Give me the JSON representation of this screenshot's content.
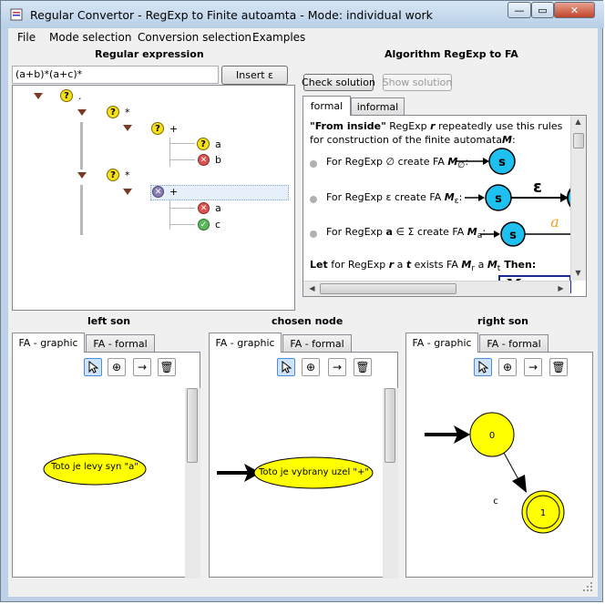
{
  "window": {
    "title": "Regular Convertor - RegExp to Finite autoamta - Mode: individual work"
  },
  "menu": {
    "items": [
      "File",
      "Mode selection",
      "Conversion selection",
      "Examples"
    ]
  },
  "regex_panel": {
    "title": "Regular expression",
    "input_value": "(a+b)*(a+c)*",
    "insert_button": "Insert ε",
    "tree": [
      {
        "label": ".",
        "state": "unknown"
      },
      {
        "label": "*",
        "state": "unknown"
      },
      {
        "label": "+",
        "state": "unknown"
      },
      {
        "label": "a",
        "state": "unknown"
      },
      {
        "label": "b",
        "state": "wrong"
      },
      {
        "label": "*",
        "state": "unknown"
      },
      {
        "label": "+",
        "state": "selected"
      },
      {
        "label": "a",
        "state": "wrong"
      },
      {
        "label": "c",
        "state": "correct"
      }
    ]
  },
  "algorithm_panel": {
    "title": "Algorithm RegExp to FA",
    "check_button": "Check solution",
    "show_button": "Show solution",
    "tabs": [
      "formal",
      "informal"
    ],
    "intro_line1_bold": "\"From inside\"",
    "intro_line1_mid": " RegExp ",
    "intro_line1_r": "r",
    "intro_line1_end": " repeatedly use this rules",
    "intro_line2": "for construction of the finite automata",
    "intro_line2_M": "M",
    "intro_line2_end": ":",
    "rule1_prefix": "For RegExp ",
    "rule1_symbol": "∅",
    "rule1_suffix": " create FA ",
    "rule1_M": "M",
    "rule1_sub": "∅",
    "rule1_colon": ":",
    "rule2_prefix": "For RegExp ε create FA ",
    "rule2_M": "M",
    "rule2_sub": "ε",
    "rule2_colon": ":",
    "rule3_prefix": "For RegExp ",
    "rule3_a": "a",
    "rule3_mid": " ∈ Σ create FA ",
    "rule3_M": "M",
    "rule3_sub": "a",
    "rule3_colon": ":",
    "let_prefix": "Let",
    "let_mid1": " for RegExp ",
    "let_r": "r",
    "let_a": " a ",
    "let_t": "t",
    "let_exists": " exists FA ",
    "let_Mr": "M",
    "let_r_sub": "r",
    "let_a2": " a ",
    "let_Mt": "M",
    "let_t_sub": "t",
    "let_end": " Then:",
    "cut_box_text": "M",
    "state_label": "s",
    "epsilon_label": "ε",
    "a_label": "a"
  },
  "bottom_panels": [
    {
      "title": "left son",
      "tabs": [
        "FA - graphic",
        "FA - formal"
      ],
      "node_text": "Toto je levy syn \"a\""
    },
    {
      "title": "chosen node",
      "tabs": [
        "FA - graphic",
        "FA - formal"
      ],
      "node_text": "Toto je vybrany uzel \"+\""
    },
    {
      "title": "right son",
      "tabs": [
        "FA - graphic",
        "FA - formal"
      ],
      "state0": "0",
      "state1": "1",
      "edge_label": "c"
    }
  ],
  "colors": {
    "accent_state": "#1ec0f0",
    "node_yellow": "#ffff00",
    "a_orange": "#f0a020"
  }
}
